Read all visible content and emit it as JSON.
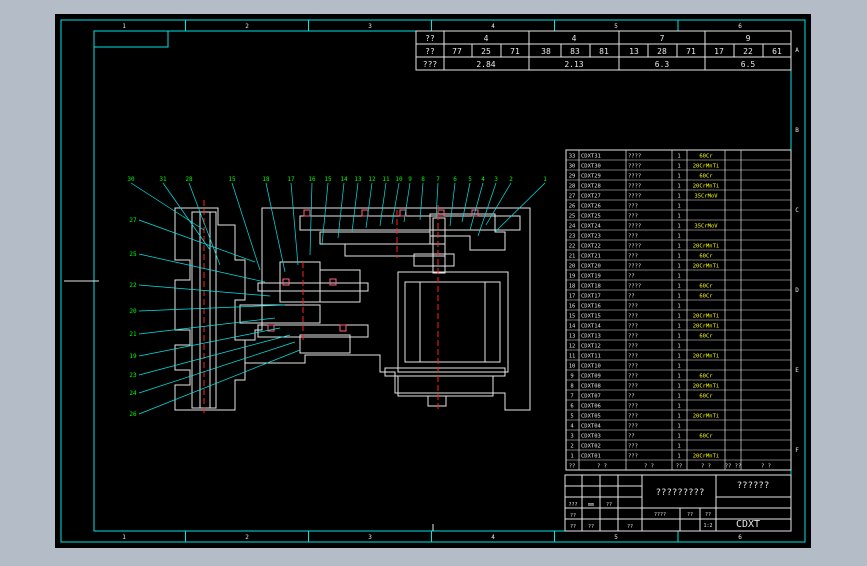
{
  "colors": {
    "background": "#b4bcc8",
    "paper": "#000000",
    "frame": "#00e5e5",
    "text": "#e6e6e6",
    "label": "#00ff00",
    "centerline": "#ff2020",
    "leader": "#00e5e5",
    "material": "#ffff00"
  },
  "zone_columns": [
    "1",
    "2",
    "3",
    "4",
    "5",
    "6"
  ],
  "zone_rows": [
    "A",
    "B",
    "C",
    "D",
    "E",
    "F"
  ],
  "top_table": {
    "row1": {
      "label": "??",
      "groups": [
        "4",
        "4",
        "7",
        "9"
      ]
    },
    "row2": {
      "label": "??",
      "values": [
        "77",
        "25",
        "71",
        "38",
        "83",
        "81",
        "13",
        "28",
        "71",
        "17",
        "22",
        "61"
      ]
    },
    "row3": {
      "label": "???",
      "values": [
        "2.84",
        "2.13",
        "6.3",
        "6.5"
      ]
    }
  },
  "callouts_top": [
    "30",
    "31",
    "28",
    "15",
    "18",
    "17",
    "16",
    "15",
    "14",
    "13",
    "12",
    "11",
    "10",
    "9",
    "8",
    "7",
    "6",
    "5",
    "4",
    "3",
    "2",
    "1"
  ],
  "callouts_left": [
    "27",
    "25",
    "22",
    "20",
    "21",
    "19",
    "23",
    "24",
    "26"
  ],
  "bom": [
    {
      "no": "33",
      "code": "CDXT31",
      "name": "????",
      "qty": "1",
      "mat": "60Cr"
    },
    {
      "no": "30",
      "code": "CDXT30",
      "name": "????",
      "qty": "1",
      "mat": "20CrMnTi"
    },
    {
      "no": "29",
      "code": "CDXT29",
      "name": "????",
      "qty": "1",
      "mat": "60Cr"
    },
    {
      "no": "28",
      "code": "CDXT28",
      "name": "????",
      "qty": "1",
      "mat": "20CrMnTi"
    },
    {
      "no": "27",
      "code": "CDXT27",
      "name": "????",
      "qty": "1",
      "mat": "35CrMoV"
    },
    {
      "no": "26",
      "code": "CDXT26",
      "name": "???",
      "qty": "1",
      "mat": ""
    },
    {
      "no": "25",
      "code": "CDXT25",
      "name": "???",
      "qty": "1",
      "mat": ""
    },
    {
      "no": "24",
      "code": "CDXT24",
      "name": "????",
      "qty": "1",
      "mat": "35CrMoV"
    },
    {
      "no": "23",
      "code": "CDXT23",
      "name": "???",
      "qty": "1",
      "mat": ""
    },
    {
      "no": "22",
      "code": "CDXT22",
      "name": "????",
      "qty": "1",
      "mat": "20CrMnTi"
    },
    {
      "no": "21",
      "code": "CDXT21",
      "name": "???",
      "qty": "1",
      "mat": "60Cr"
    },
    {
      "no": "20",
      "code": "CDXT20",
      "name": "????",
      "qty": "1",
      "mat": "20CrMnTi"
    },
    {
      "no": "19",
      "code": "CDXT19",
      "name": "??",
      "qty": "1",
      "mat": ""
    },
    {
      "no": "18",
      "code": "CDXT18",
      "name": "????",
      "qty": "1",
      "mat": "60Cr"
    },
    {
      "no": "17",
      "code": "CDXT17",
      "name": "??",
      "qty": "1",
      "mat": "60Cr"
    },
    {
      "no": "16",
      "code": "CDXT16",
      "name": "???",
      "qty": "1",
      "mat": ""
    },
    {
      "no": "15",
      "code": "CDXT15",
      "name": "???",
      "qty": "1",
      "mat": "20CrMnTi"
    },
    {
      "no": "14",
      "code": "CDXT14",
      "name": "???",
      "qty": "1",
      "mat": "20CrMnTi"
    },
    {
      "no": "13",
      "code": "CDXT13",
      "name": "???",
      "qty": "1",
      "mat": "60Cr"
    },
    {
      "no": "12",
      "code": "CDXT12",
      "name": "???",
      "qty": "1",
      "mat": ""
    },
    {
      "no": "11",
      "code": "CDXT11",
      "name": "???",
      "qty": "1",
      "mat": "20CrMnTi"
    },
    {
      "no": "10",
      "code": "CDXT10",
      "name": "???",
      "qty": "1",
      "mat": ""
    },
    {
      "no": "9",
      "code": "CDXT09",
      "name": "???",
      "qty": "1",
      "mat": "60Cr"
    },
    {
      "no": "8",
      "code": "CDXT08",
      "name": "???",
      "qty": "1",
      "mat": "20CrMnTi"
    },
    {
      "no": "7",
      "code": "CDXT07",
      "name": "??",
      "qty": "1",
      "mat": "60Cr"
    },
    {
      "no": "6",
      "code": "CDXT06",
      "name": "???",
      "qty": "1",
      "mat": ""
    },
    {
      "no": "5",
      "code": "CDXT05",
      "name": "???",
      "qty": "1",
      "mat": "20CrMnTi"
    },
    {
      "no": "4",
      "code": "CDXT04",
      "name": "???",
      "qty": "1",
      "mat": ""
    },
    {
      "no": "3",
      "code": "CDXT03",
      "name": "??",
      "qty": "1",
      "mat": "60Cr"
    },
    {
      "no": "2",
      "code": "CDXT02",
      "name": "???",
      "qty": "1",
      "mat": ""
    },
    {
      "no": "1",
      "code": "CDXT01",
      "name": "???",
      "qty": "1",
      "mat": "20CrMnTi"
    }
  ],
  "bom_header": {
    "no": "??",
    "code": "? ?",
    "name": "? ?",
    "qty": "??",
    "mat": "? ?",
    "weight": "?? ??",
    "note": "? ?"
  },
  "title_block": {
    "title": "?????????",
    "company": "??????",
    "drawing_no": "CDXT",
    "cells": [
      "???",
      "mm",
      "??",
      "??",
      "??",
      "????",
      "??",
      "??",
      "1:2",
      "??",
      "??"
    ]
  }
}
